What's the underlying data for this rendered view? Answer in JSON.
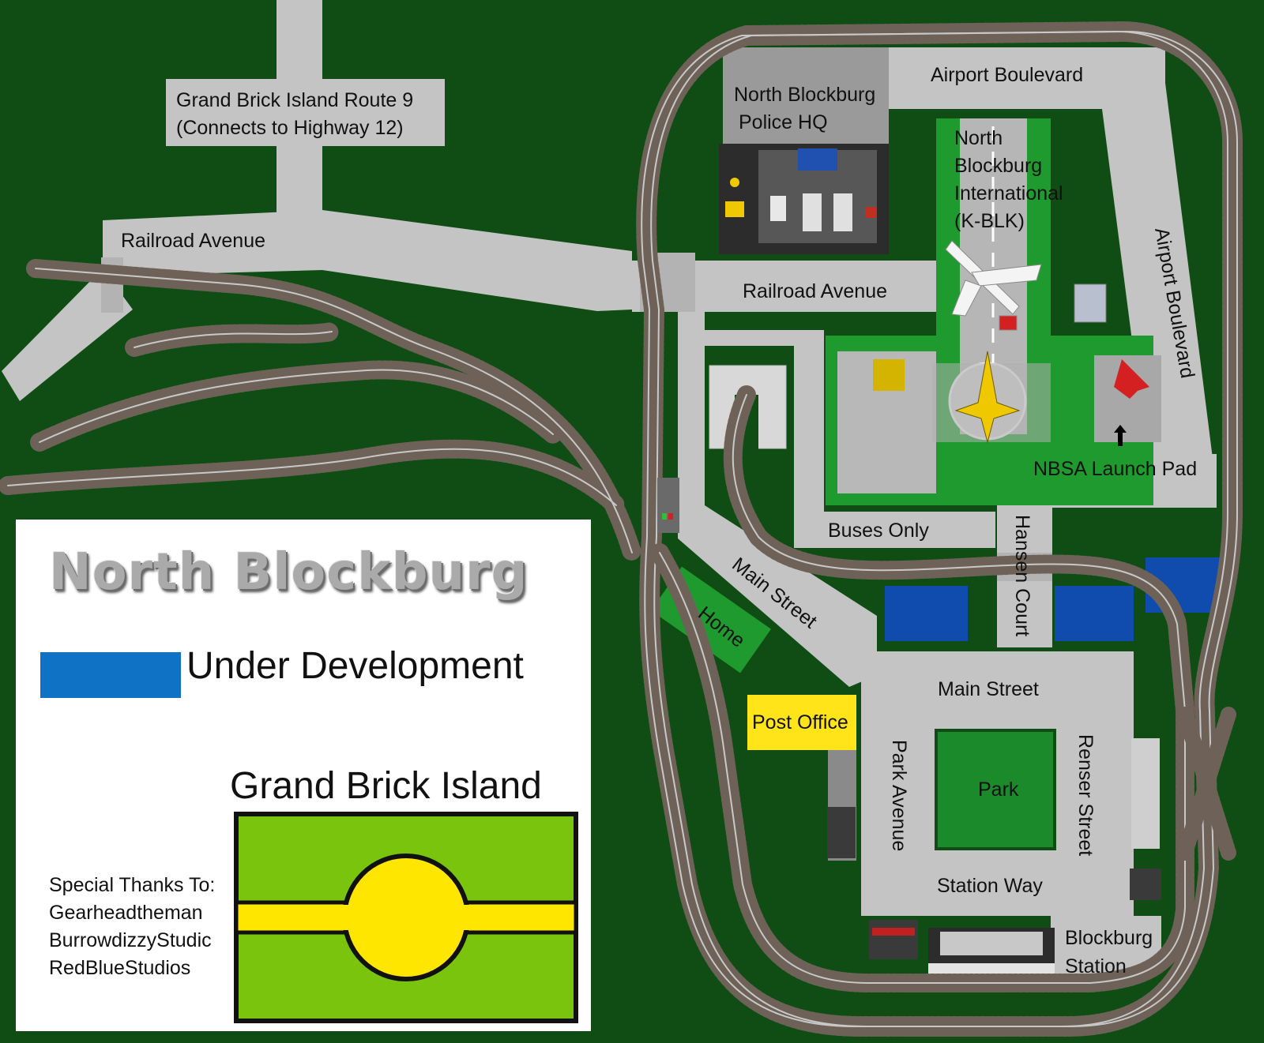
{
  "map": {
    "title": "North Blockburg",
    "route_sign": {
      "line1": "Grand Brick Island Route 9",
      "line2": "(Connects to Highway 12)"
    },
    "streets": {
      "railroad_avenue_west": "Railroad Avenue",
      "railroad_avenue_east": "Railroad Avenue",
      "airport_boulevard_north": "Airport Boulevard",
      "airport_boulevard_east": "Airport Boulevard",
      "main_street_diagonal": "Main Street",
      "main_street": "Main Street",
      "buses_only": "Buses Only",
      "hansen_court": "Hansen Court",
      "park_avenue": "Park Avenue",
      "renser_street": "Renser Street",
      "station_way": "Station Way"
    },
    "places": {
      "police_hq_line1": "North Blockburg",
      "police_hq_line2": "Police HQ",
      "airport_line1": "North",
      "airport_line2": "Blockburg",
      "airport_line3": "International",
      "airport_line4": "(K-BLK)",
      "launch_pad": "NBSA Launch Pad",
      "home": "Home",
      "post_office": "Post Office",
      "park": "Park",
      "station_line1": "Blockburg",
      "station_line2": "Station"
    }
  },
  "legend": {
    "title": "North Blockburg",
    "under_development_label": "Under Development",
    "under_development_color": "#0f72c5",
    "island_name": "Grand Brick Island",
    "special_thanks": [
      "Special Thanks To:",
      "Gearheadtheman",
      "BurrowdizzyStudic",
      "RedBlueStudios"
    ]
  },
  "colors": {
    "grass": "#0f4d14",
    "road": "#c4c4c4",
    "track_tie": "#6e6258",
    "track_rail": "#bdbdbd",
    "plate_green": "#1f9a2f",
    "flag_green": "#7ac40e",
    "flag_yellow": "#ffe600",
    "post_office": "#ffe419"
  }
}
